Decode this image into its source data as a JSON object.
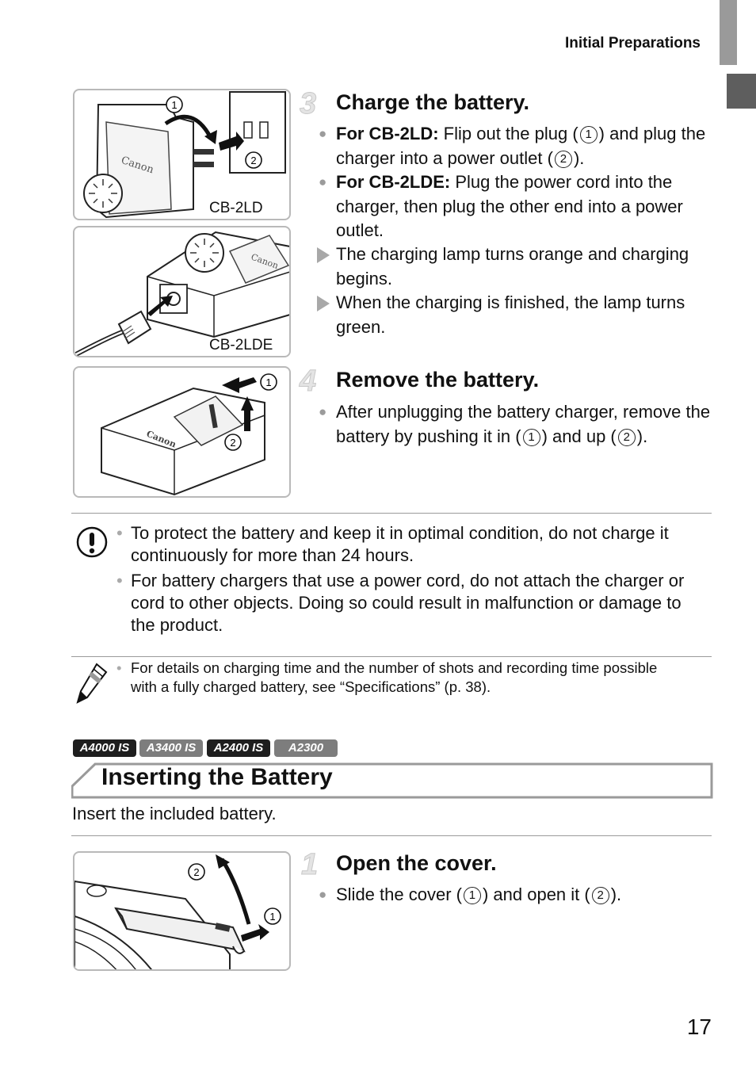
{
  "header": {
    "section": "Initial Preparations"
  },
  "figures": {
    "charger_cb2ld": {
      "label": "CB-2LD",
      "brand": "Canon"
    },
    "charger_cb2lde": {
      "label": "CB-2LDE",
      "brand": "Canon"
    },
    "remove": {
      "brand": "Canon"
    }
  },
  "markers": {
    "one": "1",
    "two": "2"
  },
  "step3": {
    "num": "3",
    "title": "Charge the battery.",
    "b1_label": "For CB-2LD:",
    "b1_text_a": " Flip out the plug (",
    "b1_text_b": ") and plug the charger into a power outlet (",
    "b1_text_c": ").",
    "b2_label": "For CB-2LDE:",
    "b2_text": " Plug the power cord into the charger, then plug the other end into a power outlet.",
    "r1": "The charging lamp turns orange and charging begins.",
    "r2": "When the charging is finished, the lamp turns green."
  },
  "step4": {
    "num": "4",
    "title": "Remove the battery.",
    "b1_a": "After unplugging the battery charger, remove the battery by pushing it in (",
    "b1_b": ") and up (",
    "b1_c": ")."
  },
  "caution": {
    "items": [
      "To protect the battery and keep it in optimal condition, do not charge it continuously for more than 24 hours.",
      "For battery chargers that use a power cord, do not attach the charger or cord to other objects. Doing so could result in malfunction or damage to the product."
    ]
  },
  "tip": {
    "text": "For details on charging time and the number of shots and recording time possible with a fully charged battery, see “Specifications” (p. 38)."
  },
  "models": [
    {
      "name": "A4000 IS"
    },
    {
      "name": "A3400 IS"
    },
    {
      "name": "A2400 IS"
    },
    {
      "name": "A2300"
    }
  ],
  "section": {
    "title": "Inserting the Battery",
    "intro": "Insert the included battery."
  },
  "step1": {
    "num": "1",
    "title": "Open the cover.",
    "b1_a": "Slide the cover (",
    "b1_b": ") and open it (",
    "b1_c": ")."
  },
  "page": {
    "number": "17"
  }
}
